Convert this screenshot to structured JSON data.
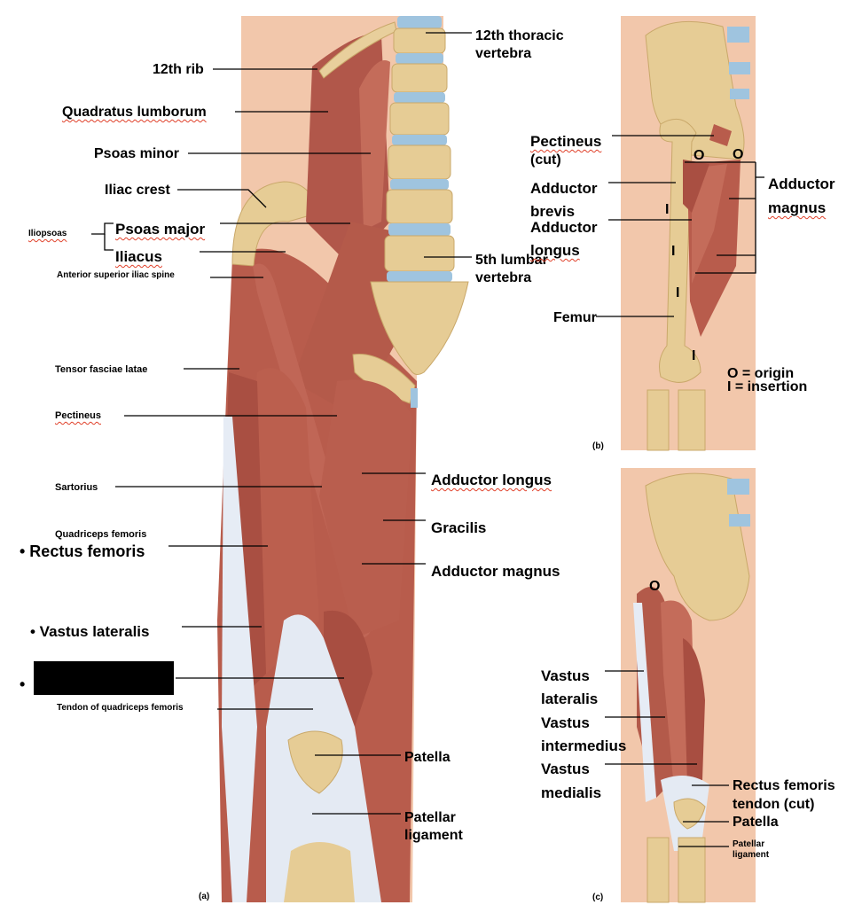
{
  "panel_a": {
    "caption": "(a)",
    "labels": {
      "t12_vertebra_1": "12th thoracic",
      "t12_vertebra_2": "vertebra",
      "rib12": "12th rib",
      "quadratus": "Quadratus lumborum",
      "psoas_minor": "Psoas minor",
      "iliac_crest": "Iliac crest",
      "iliopsoas": "Iliopsoas",
      "psoas_major": "Psoas major",
      "iliacus": "Iliacus",
      "l5_1": "5th lumbar",
      "l5_2": "vertebra",
      "asis": "Anterior superior iliac spine",
      "tfl": "Tensor fasciae latae",
      "pectineus": "Pectineus",
      "add_longus": "Adductor longus",
      "sartorius": "Sartorius",
      "gracilis": "Gracilis",
      "quadriceps": "Quadriceps femoris",
      "rectus": "• Rectus femoris",
      "add_magnus": "Adductor magnus",
      "vastus_lat": "• Vastus lateralis",
      "bullet": "•",
      "quad_tendon": "Tendon of quadriceps femoris",
      "patella": "Patella",
      "pat_lig_1": "Patellar",
      "pat_lig_2": "ligament"
    }
  },
  "panel_b": {
    "caption": "(b)",
    "labels": {
      "pectineus": "Pectineus",
      "pectineus_cut": "(cut)",
      "add_brevis_1": "Adductor",
      "add_brevis_2": "brevis",
      "add_longus_1": "Adductor",
      "add_longus_2": "longus",
      "add_magnus_1": "Adductor",
      "add_magnus_2": "magnus",
      "femur": "Femur",
      "o1": "O",
      "o2": "O",
      "i1": "I",
      "i2": "I",
      "i3": "I",
      "i4": "I",
      "legend_o": "O = origin",
      "legend_i": "I  = insertion"
    }
  },
  "panel_c": {
    "caption": "(c)",
    "labels": {
      "o": "O",
      "vl_1": "Vastus",
      "vl_2": "lateralis",
      "vi_1": "Vastus",
      "vi_2": "intermedius",
      "vm_1": "Vastus",
      "vm_2": "medialis",
      "rf_tendon_1": "Rectus femoris",
      "rf_tendon_2": "tendon (cut)",
      "patella": "Patella",
      "pat_lig_1": "Patellar",
      "pat_lig_2": "ligament"
    }
  },
  "colors": {
    "muscle": "#b45a4a",
    "muscle_light": "#cd7a68",
    "bone": "#e8cf9c",
    "bone_dark": "#c9a86a",
    "disc": "#9fc4df",
    "tendon": "#e6ecf5",
    "skin": "#f0c4a8",
    "redaction": "#000000",
    "squiggle": "#e0412b"
  }
}
